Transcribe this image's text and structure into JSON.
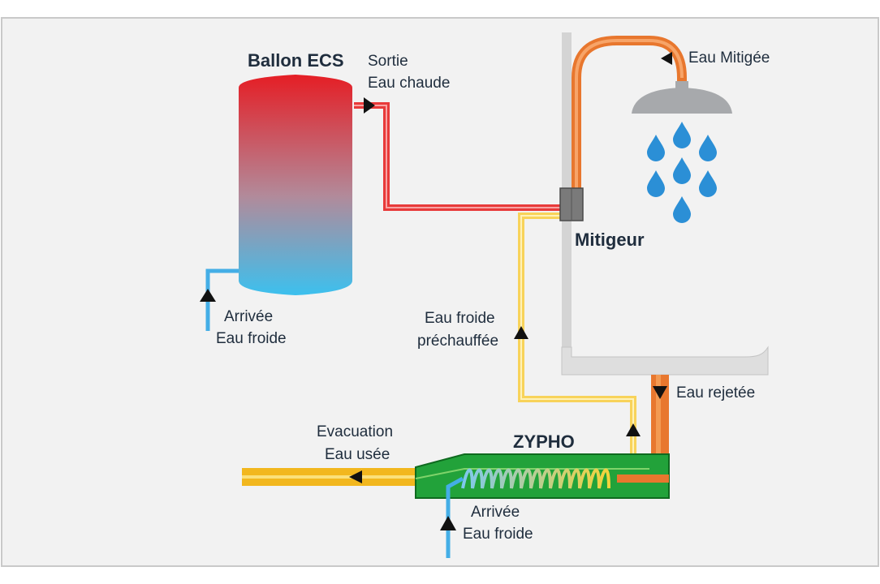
{
  "labels": {
    "ballon_title": "Ballon ECS",
    "sortie_line1": "Sortie",
    "sortie_line2": "Eau chaude",
    "eau_mitigee": "Eau Mitigée",
    "mitigeur": "Mitigeur",
    "arrivee1_line1": "Arrivée",
    "arrivee1_line2": "Eau froide",
    "eau_froide_line1": "Eau froide",
    "eau_froide_line2": "préchauffée",
    "eau_rejetee": "Eau rejetée",
    "evacuation_line1": "Evacuation",
    "evacuation_line2": "Eau usée",
    "zypho": "ZYPHO",
    "arrivee2_line1": "Arrivée",
    "arrivee2_line2": "Eau froide"
  },
  "colors": {
    "hot_pipe": "#e83a3a",
    "mixed_pipe": "#f08a3a",
    "cold_pipe": "#44aee6",
    "preheated_pipe": "#f8d35a",
    "waste_pipe": "#f2b71e",
    "zypho_body": "#22a23a",
    "drop": "#2b8fd6",
    "shower_head": "#a7a9ac",
    "arrow": "#111111"
  },
  "icons": [
    "shower-head-icon",
    "water-drop-icon",
    "flow-arrow-icon"
  ]
}
